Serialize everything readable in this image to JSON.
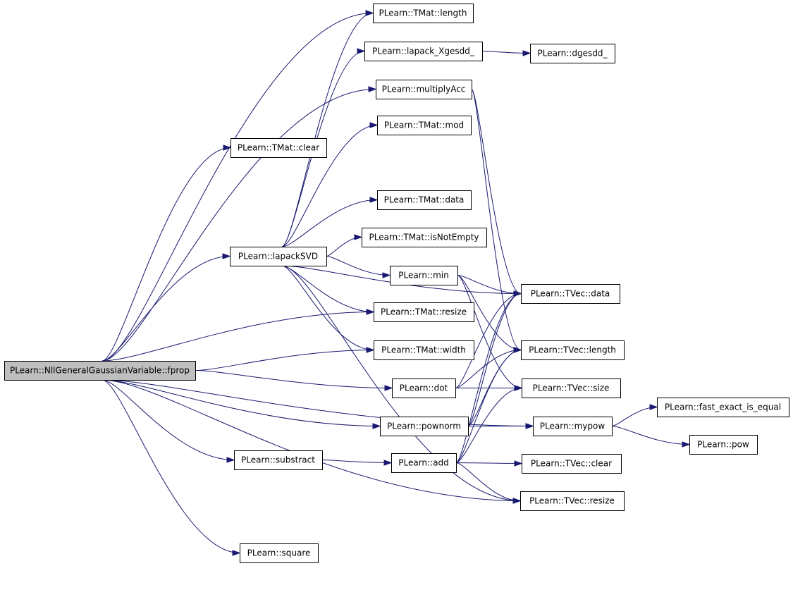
{
  "diagram": {
    "nodes": [
      {
        "id": "fprop",
        "label": "PLearn::NllGeneralGaussianVariable::fprop",
        "root": true
      },
      {
        "id": "tmat_length",
        "label": "PLearn::TMat::length"
      },
      {
        "id": "lapack_xgesdd",
        "label": "PLearn::lapack_Xgesdd_"
      },
      {
        "id": "dgesdd",
        "label": "PLearn::dgesdd_"
      },
      {
        "id": "multiplyacc",
        "label": "PLearn::multiplyAcc"
      },
      {
        "id": "tmat_mod",
        "label": "PLearn::TMat::mod"
      },
      {
        "id": "tmat_clear",
        "label": "PLearn::TMat::clear"
      },
      {
        "id": "tmat_data",
        "label": "PLearn::TMat::data"
      },
      {
        "id": "tmat_isnotempty",
        "label": "PLearn::TMat::isNotEmpty"
      },
      {
        "id": "lapacksvd",
        "label": "PLearn::lapackSVD"
      },
      {
        "id": "min",
        "label": "PLearn::min"
      },
      {
        "id": "tvec_data",
        "label": "PLearn::TVec::data"
      },
      {
        "id": "tmat_resize",
        "label": "PLearn::TMat::resize"
      },
      {
        "id": "tvec_length",
        "label": "PLearn::TVec::length"
      },
      {
        "id": "tmat_width",
        "label": "PLearn::TMat::width"
      },
      {
        "id": "dot",
        "label": "PLearn::dot"
      },
      {
        "id": "tvec_size",
        "label": "PLearn::TVec::size"
      },
      {
        "id": "fast_exact",
        "label": "PLearn::fast_exact_is_equal"
      },
      {
        "id": "pownorm",
        "label": "PLearn::pownorm"
      },
      {
        "id": "mypow",
        "label": "PLearn::mypow"
      },
      {
        "id": "pow",
        "label": "PLearn::pow"
      },
      {
        "id": "substract",
        "label": "PLearn::substract"
      },
      {
        "id": "add",
        "label": "PLearn::add"
      },
      {
        "id": "tvec_clear",
        "label": "PLearn::TVec::clear"
      },
      {
        "id": "tvec_resize",
        "label": "PLearn::TVec::resize"
      },
      {
        "id": "square",
        "label": "PLearn::square"
      }
    ],
    "edges": [
      {
        "from": "fprop",
        "to": "tmat_clear"
      },
      {
        "from": "fprop",
        "to": "tmat_length"
      },
      {
        "from": "fprop",
        "to": "lapacksvd"
      },
      {
        "from": "fprop",
        "to": "multiplyacc"
      },
      {
        "from": "fprop",
        "to": "tmat_resize"
      },
      {
        "from": "fprop",
        "to": "tmat_width"
      },
      {
        "from": "fprop",
        "to": "dot"
      },
      {
        "from": "fprop",
        "to": "pownorm"
      },
      {
        "from": "fprop",
        "to": "substract"
      },
      {
        "from": "fprop",
        "to": "tvec_resize"
      },
      {
        "from": "fprop",
        "to": "square"
      },
      {
        "from": "fprop",
        "to": "mypow"
      },
      {
        "from": "lapacksvd",
        "to": "tmat_length"
      },
      {
        "from": "lapacksvd",
        "to": "lapack_xgesdd"
      },
      {
        "from": "lapacksvd",
        "to": "tmat_mod"
      },
      {
        "from": "lapacksvd",
        "to": "tmat_data"
      },
      {
        "from": "lapacksvd",
        "to": "tmat_isnotempty"
      },
      {
        "from": "lapacksvd",
        "to": "min"
      },
      {
        "from": "lapacksvd",
        "to": "tmat_resize"
      },
      {
        "from": "lapacksvd",
        "to": "tmat_width"
      },
      {
        "from": "lapacksvd",
        "to": "tvec_data"
      },
      {
        "from": "lapacksvd",
        "to": "tvec_resize"
      },
      {
        "from": "lapack_xgesdd",
        "to": "dgesdd"
      },
      {
        "from": "multiplyacc",
        "to": "tvec_data"
      },
      {
        "from": "multiplyacc",
        "to": "tvec_length"
      },
      {
        "from": "min",
        "to": "tvec_data"
      },
      {
        "from": "min",
        "to": "tvec_length"
      },
      {
        "from": "min",
        "to": "tvec_size"
      },
      {
        "from": "dot",
        "to": "tvec_data"
      },
      {
        "from": "dot",
        "to": "tvec_length"
      },
      {
        "from": "dot",
        "to": "tvec_size"
      },
      {
        "from": "pownorm",
        "to": "tvec_data"
      },
      {
        "from": "pownorm",
        "to": "tvec_length"
      },
      {
        "from": "pownorm",
        "to": "mypow"
      },
      {
        "from": "substract",
        "to": "add"
      },
      {
        "from": "add",
        "to": "tvec_data"
      },
      {
        "from": "add",
        "to": "tvec_length"
      },
      {
        "from": "add",
        "to": "tvec_size"
      },
      {
        "from": "add",
        "to": "tvec_clear"
      },
      {
        "from": "add",
        "to": "tvec_resize"
      },
      {
        "from": "mypow",
        "to": "fast_exact"
      },
      {
        "from": "mypow",
        "to": "pow"
      }
    ]
  }
}
